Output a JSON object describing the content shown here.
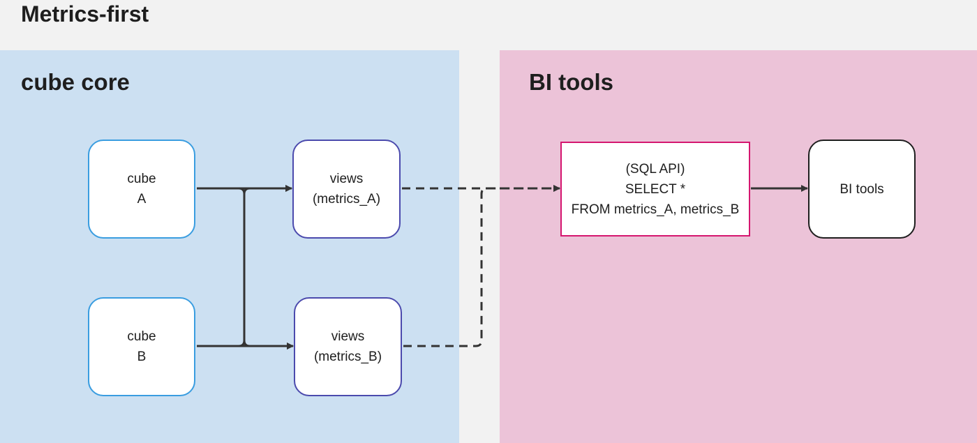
{
  "diagram": {
    "title": "Metrics-first",
    "panels": {
      "core": {
        "label": "cube core"
      },
      "bi": {
        "label": "BI tools"
      }
    },
    "nodes": {
      "cube_a": "cube\nA",
      "cube_b": "cube\nB",
      "views_a": "views\n(metrics_A)",
      "views_b": "views\n(metrics_B)",
      "sql_api": "(SQL API)\nSELECT *\nFROM metrics_A, metrics_B",
      "bi_tools": "BI tools"
    },
    "colors": {
      "core_background": "#cce0f2",
      "bi_background": "#ecc3d8",
      "cube_border": "#3a9de0",
      "view_border": "#4b4aad",
      "sql_border": "#d5166f",
      "connector": "#333333"
    }
  }
}
